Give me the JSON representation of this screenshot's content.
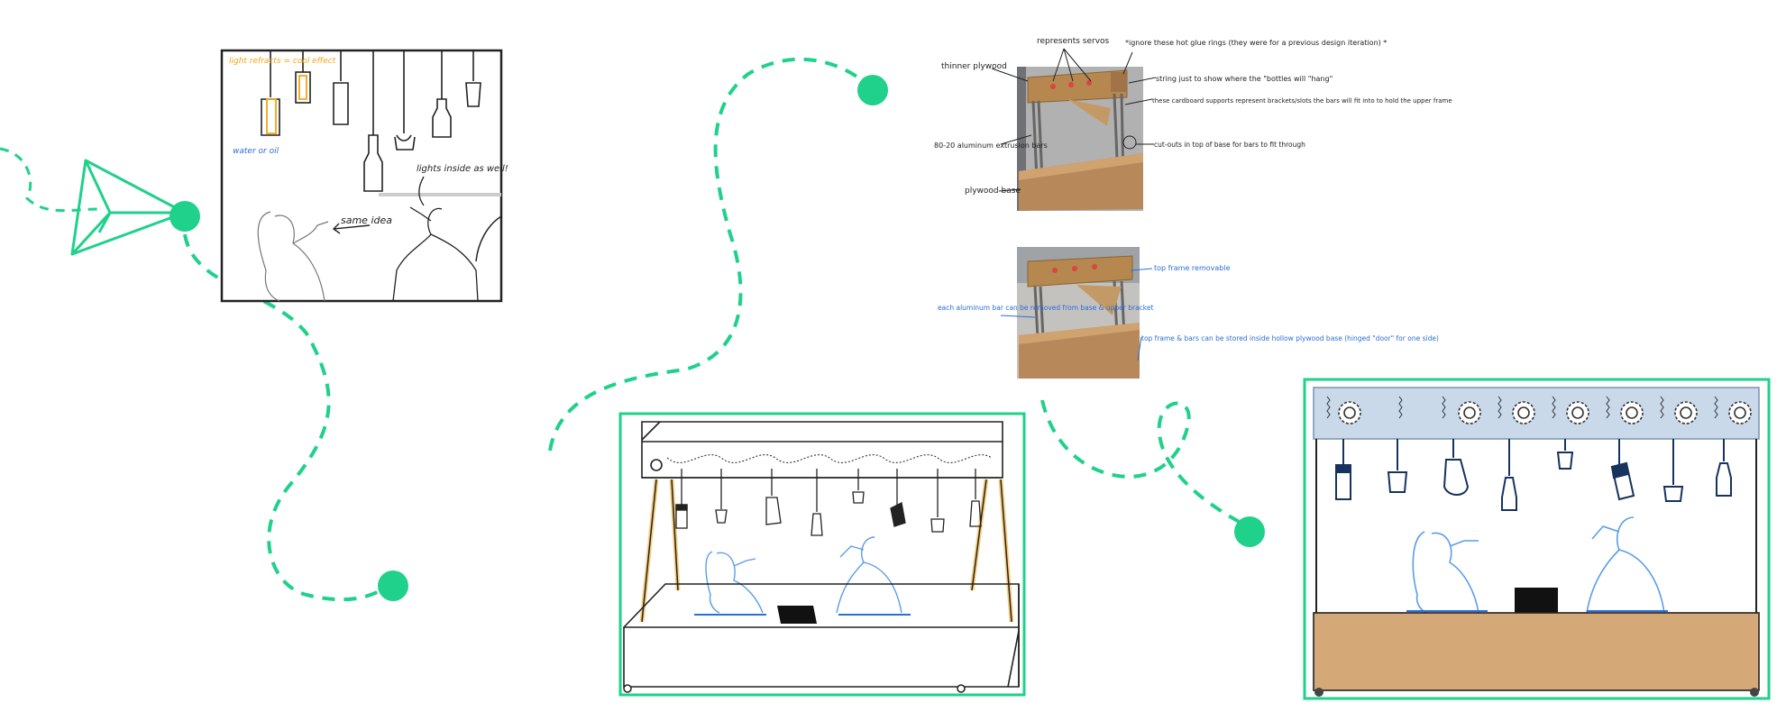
{
  "colors": {
    "accent_green": "#1fd18a",
    "sketch_blue": "#5b9de8",
    "annotation_blue": "#2b6fd6",
    "highlight_orange": "#f2a516",
    "wood": "#d4a877",
    "servo_bar": "#c9d9ea",
    "ink": "#222222"
  },
  "sketch1": {
    "light_note": "light refracts = cool effect",
    "water_note": "water or oil",
    "same_idea": "same idea",
    "lights_inside": "lights inside as well!"
  },
  "photo_top": {
    "thinner_plywood": "thinner plywood",
    "represents_servos": "represents servos",
    "ignore_rings": "*ignore these hot glue rings (they were for a previous design iteration) *",
    "string_note": "string just to show where the \"bottles will \"hang\"",
    "cardboard_note": "these cardboard supports represent brackets/slots the bars will fit into to hold the upper frame",
    "extrusion_bars": "80-20 aluminum extrusion bars",
    "cutouts_note": "cut-outs in top of base for bars to fit through",
    "plywood_base": "plywood base"
  },
  "photo_bottom": {
    "top_frame": "top frame removable",
    "each_bar": "each aluminum bar can be removed from base & upper bracket",
    "storage_note": "top frame & bars can be stored inside hollow plywood base (hinged \"door\" for one side)"
  }
}
